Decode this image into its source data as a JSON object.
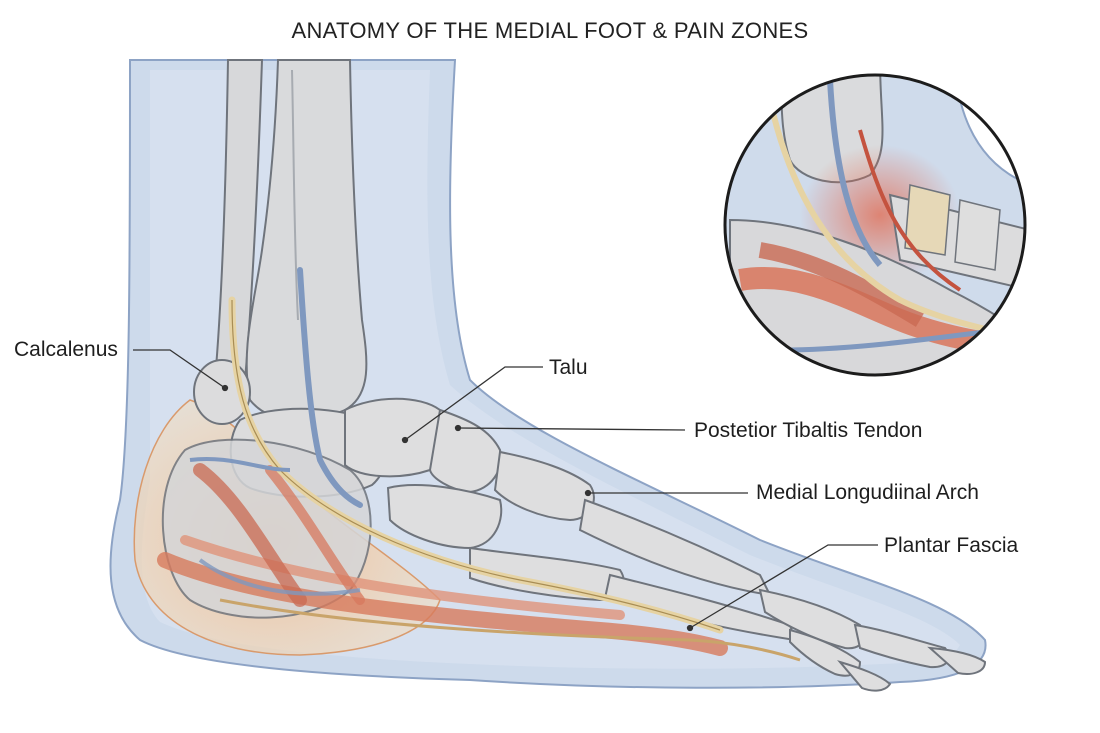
{
  "title": "ANATOMY OF THE MEDIAL FOOT & PAIN ZONES",
  "labels": {
    "calcaneus": "Calcalenus",
    "talus": "Talu",
    "posterior_tibialis": "Postetior Tibaltis Tendon",
    "medial_arch": "Medial Longudiinal Arch",
    "plantar_fascia": "Plantar Fascia"
  },
  "colors": {
    "skin": "#cdd9ea",
    "bone": "#dcdcdc",
    "muscle": "#d97a5e",
    "tendon": "#e6d3a3",
    "nerve": "#7f98bf",
    "pain_zone": "#e58a6a"
  }
}
